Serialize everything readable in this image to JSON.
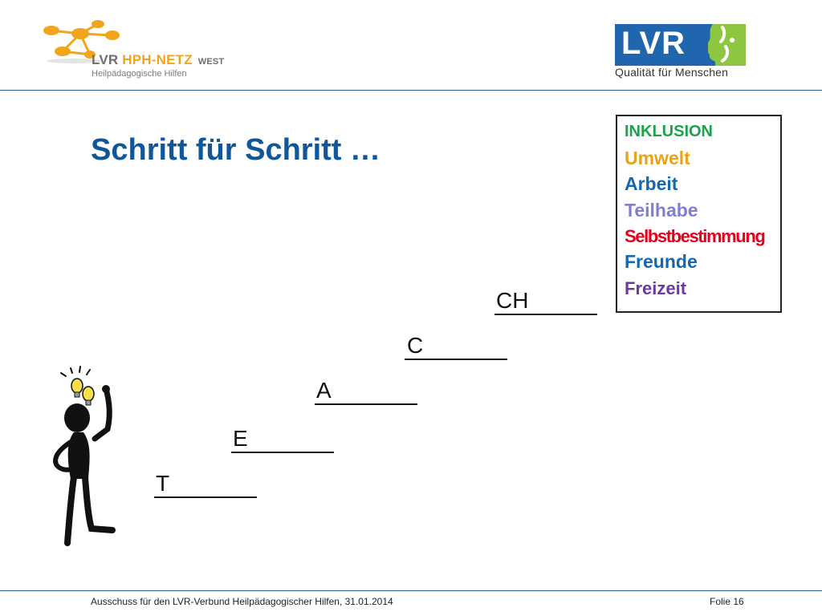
{
  "header": {
    "logo_left": {
      "line1_lvr": "LVR",
      "line1_hph": "HPH-NETZ",
      "line1_west": "WEST",
      "line2": "Heilpädagogische Hilfen"
    },
    "logo_right": {
      "word": "LVR",
      "tagline": "Qualität für Menschen"
    }
  },
  "slide": {
    "title": "Schritt für Schritt …",
    "word_list": [
      {
        "text": "INKLUSION",
        "color": "#1aa34a"
      },
      {
        "text": "Umwelt",
        "color": "#e8a317"
      },
      {
        "text": "Arbeit",
        "color": "#1468b0"
      },
      {
        "text": "Teilhabe",
        "color": "#7f7fd0"
      },
      {
        "text": "Selbstbestimmung",
        "color": "#e3001b"
      },
      {
        "text": "Freunde",
        "color": "#1468b0"
      },
      {
        "text": "Freizeit",
        "color": "#6a3aa0"
      }
    ],
    "steps": [
      "T",
      "E",
      "A",
      "C",
      "CH"
    ]
  },
  "footer": {
    "text": "Ausschuss für den LVR-Verbund Heilpädagogischer Hilfen, 31.01.2014",
    "page": "Folie 16"
  },
  "colors": {
    "title": "#10579a",
    "rule": "#2c5f8a",
    "lvr_blue": "#1f66ae",
    "lvr_green": "#8dc63f",
    "hph_orange": "#f2a51c"
  }
}
